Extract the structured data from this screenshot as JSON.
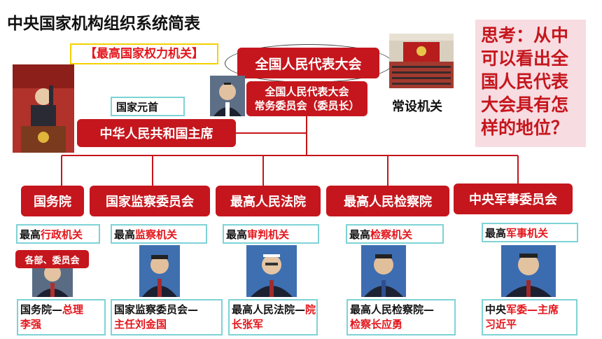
{
  "title": "中央国家机构组织系统简表",
  "highest_power_label": "【最高国家权力机关】",
  "npc": "全国人民代表大会",
  "npc_standing": {
    "line1": "全国人民代表大会",
    "line2": "常务委员会（委员长）"
  },
  "standing_body_label": "常设机关",
  "head_of_state_label": "国家元首",
  "president": "中华人民共和国主席",
  "think": "思考：从中可以看出全国人民代表大会具有怎样的地位？",
  "organs": [
    {
      "name": "国务院",
      "sub_prefix": "最高",
      "sub_red": "行政机关",
      "desc_black": "国务院—",
      "desc_red": "总理",
      "desc_line2": "李强"
    },
    {
      "name": "国家监察委员会",
      "sub_prefix": "最高",
      "sub_red": "监察机关",
      "desc_black": "国家监察委员会—",
      "desc_red": "主任刘金国",
      "desc_line2": ""
    },
    {
      "name": "最高人民法院",
      "sub_prefix": "最高",
      "sub_red": "审判机关",
      "desc_black": "最高人民法院—",
      "desc_red": "院长张军",
      "desc_line2": ""
    },
    {
      "name": "最高人民检察院",
      "sub_prefix": "最高",
      "sub_red": "检察机关",
      "desc_black": "最高人民检察院—",
      "desc_red": "检察长应勇",
      "desc_line2": ""
    },
    {
      "name": "中央军事委员会",
      "sub_prefix": "最高",
      "sub_red": "军事机关",
      "desc_black": "中央",
      "desc_red": "军委—主席",
      "desc_line2": "习近平"
    }
  ],
  "ministries_label": "各部、委员会",
  "colors": {
    "red": "#c5161d",
    "teal_border": "#7ed3d6",
    "think_bg": "#f7dce1",
    "highlight": "#e3161c"
  }
}
